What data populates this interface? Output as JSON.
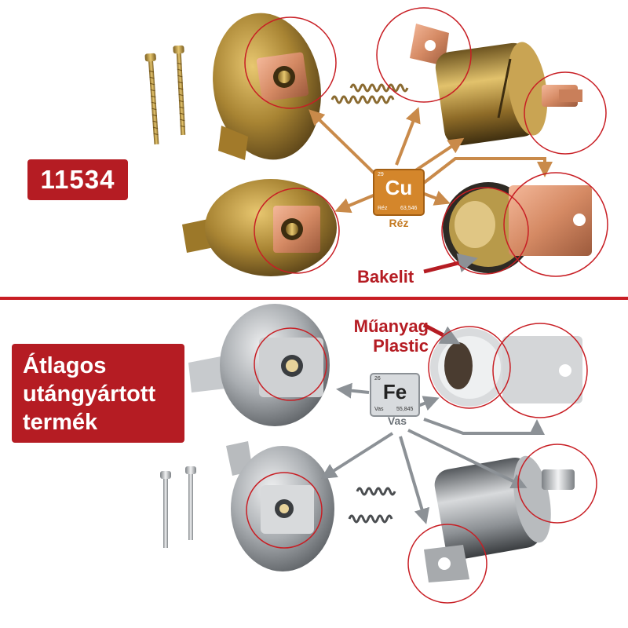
{
  "code_badge": "11534",
  "aftermarket_badge": [
    "Átlagos",
    "utángyártott",
    "termék"
  ],
  "copper_element": {
    "number": "29",
    "symbol": "Cu",
    "name": "Réz",
    "mass": "63,546",
    "caption": "Réz",
    "color": "#d4862b"
  },
  "iron_element": {
    "number": "26",
    "symbol": "Fe",
    "name": "Vas",
    "mass": "55,845",
    "caption": "Vas",
    "color": "#9aa0a6"
  },
  "labels": {
    "bakelit": "Bakelit",
    "muanyag": "Műanyag",
    "plastic": "Plastic"
  },
  "colors": {
    "accent_red": "#b51c23",
    "copper_arrow": "#c98a4a",
    "iron_arrow": "#8c9196"
  }
}
